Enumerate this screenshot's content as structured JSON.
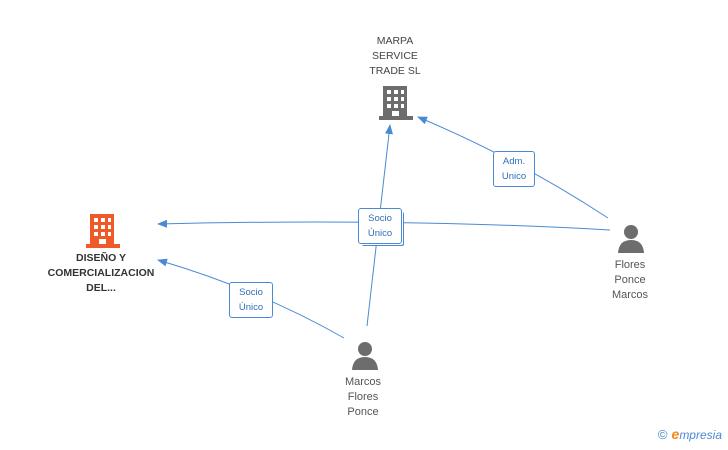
{
  "colors": {
    "edge": "#4a8ad4",
    "main_company": "#f05a28",
    "company": "#6d6d6d",
    "person": "#6d6d6d"
  },
  "nodes": {
    "marpa": {
      "label_lines": [
        "MARPA",
        "SERVICE",
        "TRADE SL"
      ],
      "icon": "building-icon"
    },
    "diseno": {
      "label_lines": [
        "DISEÑO Y",
        "COMERCIALIZACION",
        "DEL..."
      ],
      "icon": "building-icon"
    },
    "flores_ponce_marcos": {
      "label_lines": [
        "Flores",
        "Ponce",
        "Marcos"
      ],
      "icon": "person-icon"
    },
    "marcos_flores_ponce": {
      "label_lines": [
        "Marcos",
        "Flores",
        "Ponce"
      ],
      "icon": "person-icon"
    }
  },
  "edges": {
    "adm_unico": {
      "lines": [
        "Adm.",
        "Unico"
      ]
    },
    "socio_unico_center": {
      "lines": [
        "Socio",
        "Único"
      ]
    },
    "socio_unico_left": {
      "lines": [
        "Socio",
        "Único"
      ]
    }
  },
  "brand": {
    "copyright": "©",
    "e_letter": "e",
    "name": "mpresia"
  }
}
